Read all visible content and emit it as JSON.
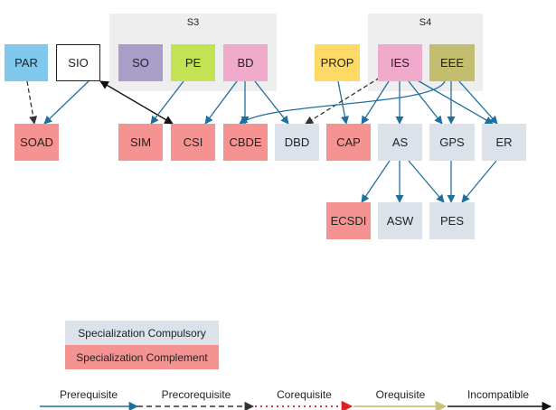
{
  "groups": [
    {
      "id": "S3",
      "label": "S3"
    },
    {
      "id": "S4",
      "label": "S4"
    }
  ],
  "colors": {
    "group_bg": "#eeeeee",
    "specialization_compulsory": "#dbe2ea",
    "specialization_complement": "#f59393",
    "par": "#80c8ee",
    "sio": "#ffffff",
    "so": "#a99ec8",
    "pe": "#c3e254",
    "bd": "#f0abcc",
    "prop": "#ffd966",
    "ies": "#f0abcc",
    "eee": "#c3bd6f",
    "prerequisite": "#1f6f9e",
    "precorequisite": "#333333",
    "corequisite": "#e02020",
    "orequisite": "#c9c279",
    "incompatible": "#111111"
  },
  "nodes": [
    {
      "id": "PAR",
      "label": "PAR",
      "color": "#80c8ee"
    },
    {
      "id": "SIO",
      "label": "SIO",
      "color": "#ffffff"
    },
    {
      "id": "SO",
      "label": "SO",
      "color": "#a99ec8"
    },
    {
      "id": "PE",
      "label": "PE",
      "color": "#c3e254"
    },
    {
      "id": "BD",
      "label": "BD",
      "color": "#f0abcc"
    },
    {
      "id": "PROP",
      "label": "PROP",
      "color": "#ffd966"
    },
    {
      "id": "IES",
      "label": "IES",
      "color": "#f0abcc"
    },
    {
      "id": "EEE",
      "label": "EEE",
      "color": "#c3bd6f"
    },
    {
      "id": "SOAD",
      "label": "SOAD",
      "color": "#f59393"
    },
    {
      "id": "SIM",
      "label": "SIM",
      "color": "#f59393"
    },
    {
      "id": "CSI",
      "label": "CSI",
      "color": "#f59393"
    },
    {
      "id": "CBDE",
      "label": "CBDE",
      "color": "#f59393"
    },
    {
      "id": "DBD",
      "label": "DBD",
      "color": "#dbe2ea"
    },
    {
      "id": "CAP",
      "label": "CAP",
      "color": "#f59393"
    },
    {
      "id": "AS",
      "label": "AS",
      "color": "#dbe2ea"
    },
    {
      "id": "GPS",
      "label": "GPS",
      "color": "#dbe2ea"
    },
    {
      "id": "ER",
      "label": "ER",
      "color": "#dbe2ea"
    },
    {
      "id": "ECSDI",
      "label": "ECSDI",
      "color": "#f59393"
    },
    {
      "id": "ASW",
      "label": "ASW",
      "color": "#dbe2ea"
    },
    {
      "id": "PES",
      "label": "PES",
      "color": "#dbe2ea"
    }
  ],
  "edges": [
    {
      "from": "PAR",
      "to": "SOAD",
      "type": "precorequisite"
    },
    {
      "from": "SIO",
      "to": "SOAD",
      "type": "prerequisite"
    },
    {
      "from": "SIO",
      "to": "CSI",
      "type": "incompatible"
    },
    {
      "from": "PE",
      "to": "SIM",
      "type": "prerequisite"
    },
    {
      "from": "BD",
      "to": "CSI",
      "type": "prerequisite"
    },
    {
      "from": "BD",
      "to": "CBDE",
      "type": "prerequisite"
    },
    {
      "from": "BD",
      "to": "DBD",
      "type": "prerequisite"
    },
    {
      "from": "PROP",
      "to": "CAP",
      "type": "prerequisite"
    },
    {
      "from": "IES",
      "to": "DBD",
      "type": "precorequisite"
    },
    {
      "from": "IES",
      "to": "CAP",
      "type": "prerequisite"
    },
    {
      "from": "IES",
      "to": "AS",
      "type": "prerequisite"
    },
    {
      "from": "IES",
      "to": "GPS",
      "type": "prerequisite"
    },
    {
      "from": "IES",
      "to": "ER",
      "type": "prerequisite"
    },
    {
      "from": "EEE",
      "to": "CBDE",
      "type": "prerequisite"
    },
    {
      "from": "EEE",
      "to": "GPS",
      "type": "prerequisite"
    },
    {
      "from": "EEE",
      "to": "ER",
      "type": "prerequisite"
    },
    {
      "from": "AS",
      "to": "ECSDI",
      "type": "prerequisite"
    },
    {
      "from": "AS",
      "to": "ASW",
      "type": "prerequisite"
    },
    {
      "from": "AS",
      "to": "PES",
      "type": "prerequisite"
    },
    {
      "from": "GPS",
      "to": "PES",
      "type": "prerequisite"
    },
    {
      "from": "ER",
      "to": "PES",
      "type": "prerequisite"
    }
  ],
  "legend": {
    "boxes": [
      {
        "label": "Specialization Compulsory",
        "color": "#dbe2ea"
      },
      {
        "label": "Specialization Complement",
        "color": "#f59393"
      }
    ],
    "edge_types": [
      {
        "type": "prerequisite",
        "label": "Prerequisite"
      },
      {
        "type": "precorequisite",
        "label": "Precorequisite"
      },
      {
        "type": "corequisite",
        "label": "Corequisite"
      },
      {
        "type": "orequisite",
        "label": "Orequisite"
      },
      {
        "type": "incompatible",
        "label": "Incompatible"
      }
    ]
  }
}
